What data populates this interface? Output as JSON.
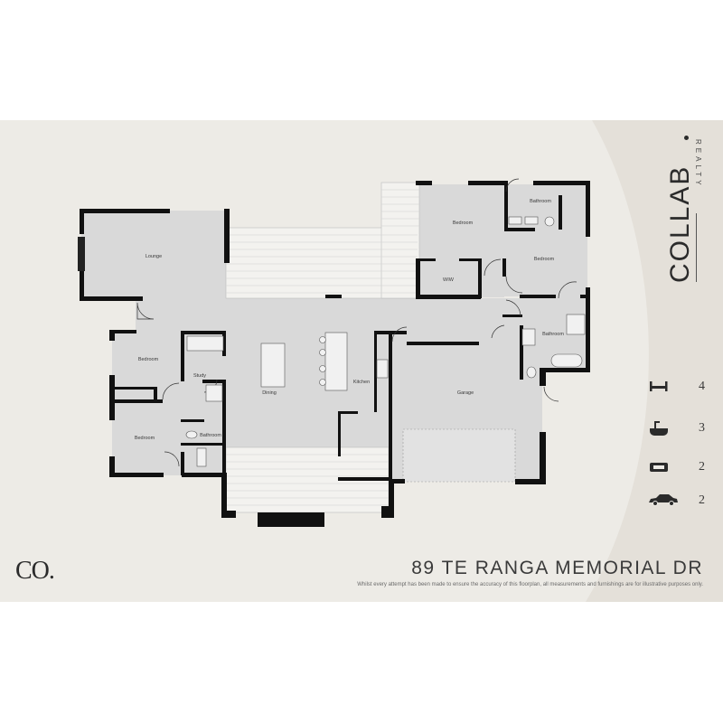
{
  "brand": {
    "name": "COLLAB",
    "sub": "REALTY",
    "co_logo": "CO."
  },
  "rooms": {
    "lounge": "Lounge",
    "bedroom_1": "Bedroom",
    "bedroom_2": "Bedroom",
    "bedroom_3": "Bedroom",
    "bedroom_4": "Bedroom",
    "bathroom_1": "Bathroom",
    "bathroom_2": "Bathroom",
    "bathroom_3": "Bathroom",
    "wiw": "WIW",
    "study": "Study",
    "dining": "Dining",
    "kitchen": "Kitchen",
    "garage": "Garage"
  },
  "features": [
    {
      "icon": "bed-icon",
      "value": "4"
    },
    {
      "icon": "bath-icon",
      "value": "3"
    },
    {
      "icon": "sofa-icon",
      "value": "2"
    },
    {
      "icon": "car-icon",
      "value": "2"
    }
  ],
  "address": "89 TE RANGA MEMORIAL DR",
  "disclaimer": "Whilst every attempt has been made to ensure the accuracy of this floorplan, all measurements and furnishings are for illustrative purposes only.",
  "colors": {
    "background": "#edebe6",
    "panel": "#e4e0d9",
    "floor": "#d9d9d9",
    "wall": "#111111",
    "deck": "#f3f2ef"
  }
}
